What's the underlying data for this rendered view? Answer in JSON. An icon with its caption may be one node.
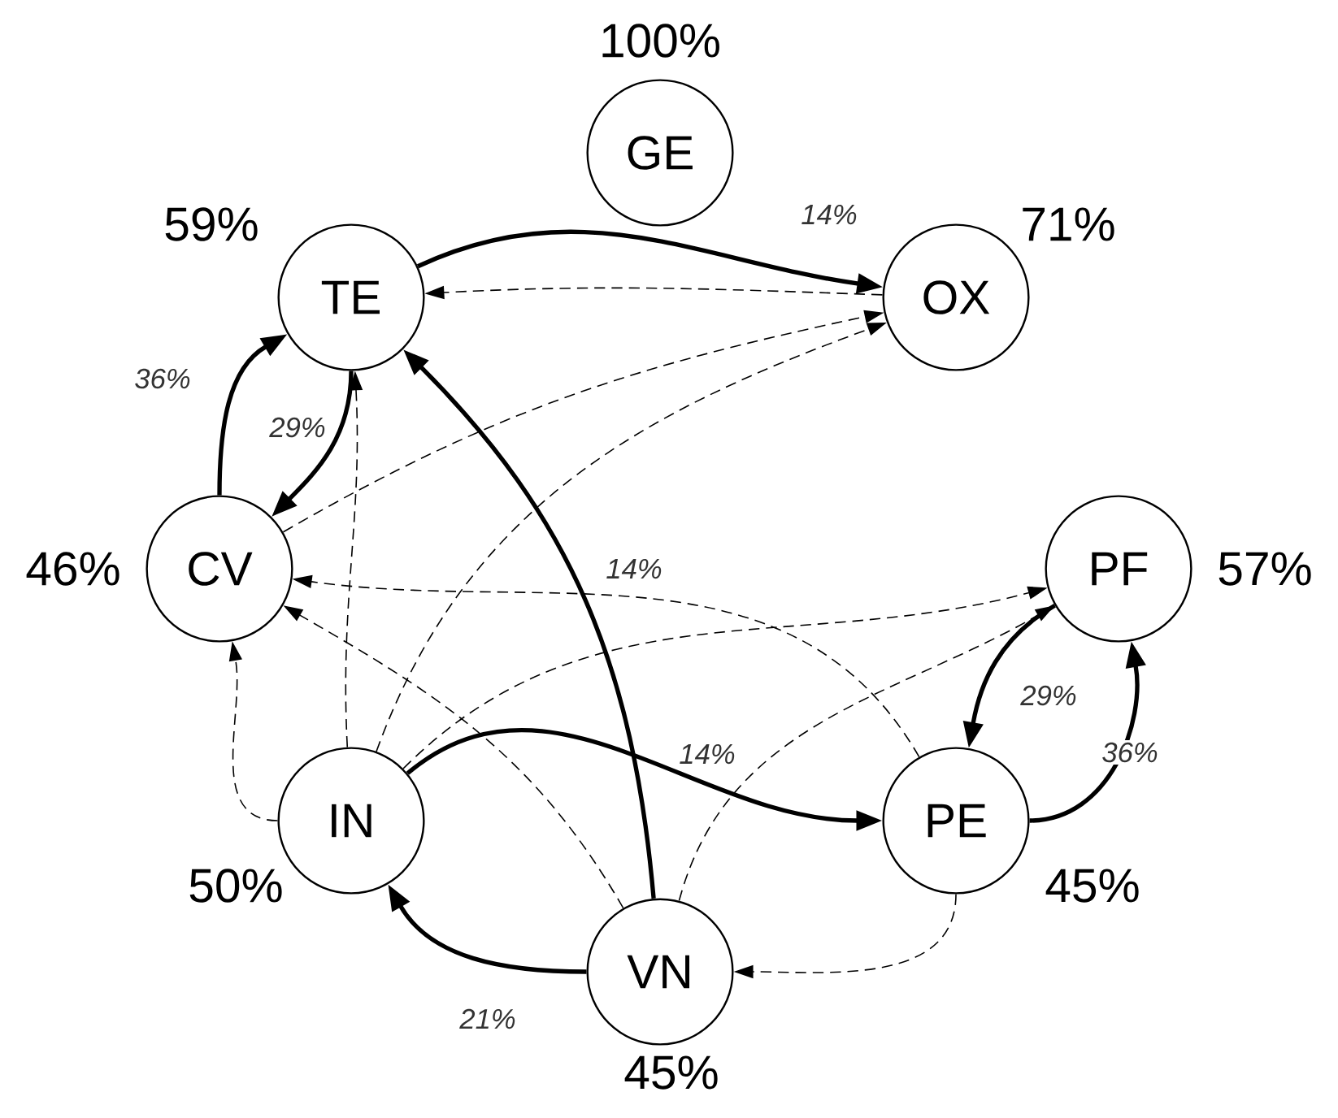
{
  "diagram": {
    "nodes": [
      {
        "text": [
          "GE"
        ],
        "beside": [
          "100%"
        ]
      },
      {
        "text": [
          "TE"
        ],
        "beside": [
          "59%"
        ]
      },
      {
        "text": [
          "OX"
        ],
        "beside": [
          "71%"
        ]
      },
      {
        "text": [
          "CV"
        ],
        "beside": [
          "46%"
        ]
      },
      {
        "text": [
          "PF"
        ],
        "beside": [
          "57%"
        ]
      },
      {
        "text": [
          "IN"
        ],
        "beside": [
          "50%"
        ]
      },
      {
        "text": [
          "PE"
        ],
        "beside": [
          "45%"
        ]
      },
      {
        "text": [
          "VN"
        ],
        "beside": [
          "45%"
        ]
      }
    ],
    "edges": [
      {
        "from": 1,
        "to": 2,
        "arrow": "to",
        "label": "14%",
        "style": "thick"
      },
      {
        "from": 3,
        "to": 1,
        "arrow": "to",
        "label": "36%",
        "style": "thick"
      },
      {
        "from": 1,
        "to": 3,
        "arrow": "to",
        "label": "29%",
        "style": "thick"
      },
      {
        "from": 7,
        "to": 1,
        "arrow": "to",
        "label": "14%",
        "style": "thick"
      },
      {
        "from": 5,
        "to": 6,
        "arrow": "to",
        "label": "14%",
        "style": "thick"
      },
      {
        "from": 4,
        "to": 6,
        "arrow": "to",
        "label": "29%",
        "style": "thick"
      },
      {
        "from": 6,
        "to": 4,
        "arrow": "to",
        "label": "36%",
        "style": "thick"
      },
      {
        "from": 7,
        "to": 5,
        "arrow": "to",
        "label": "21%",
        "style": "thick"
      },
      {
        "from": 2,
        "to": 1,
        "arrow": "to",
        "style": "dashed"
      },
      {
        "from": 3,
        "to": 2,
        "arrow": "to",
        "style": "dashed"
      },
      {
        "from": 5,
        "to": 2,
        "arrow": "to",
        "style": "dashed"
      },
      {
        "from": 5,
        "to": 1,
        "arrow": "to",
        "style": "dashed"
      },
      {
        "from": 5,
        "to": 3,
        "arrow": "to",
        "style": "dashed"
      },
      {
        "from": 7,
        "to": 3,
        "arrow": "to",
        "style": "dashed"
      },
      {
        "from": 6,
        "to": 3,
        "arrow": "to",
        "style": "dashed"
      },
      {
        "from": 5,
        "to": 4,
        "arrow": "to",
        "style": "dashed"
      },
      {
        "from": 7,
        "to": 4,
        "arrow": "to",
        "style": "dashed"
      },
      {
        "from": 6,
        "to": 7,
        "arrow": "to",
        "style": "dashed"
      }
    ]
  }
}
